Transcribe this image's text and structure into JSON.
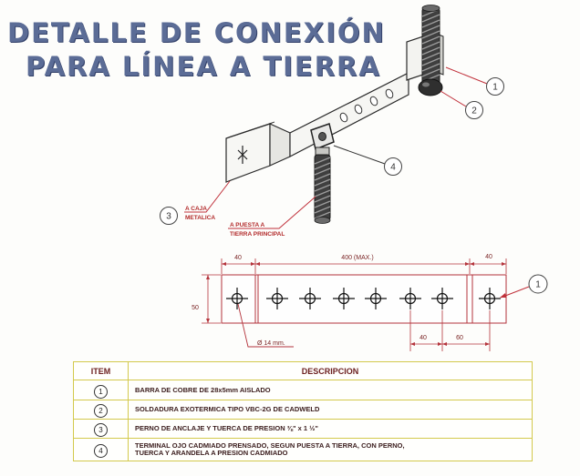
{
  "title": {
    "line1": "DETALLE DE CONEXIÓN",
    "line2": "PARA LÍNEA A TIERRA"
  },
  "isometric": {
    "callouts": {
      "c1": "1",
      "c2": "2",
      "c3": "3",
      "c4": "4"
    },
    "labels": {
      "metal_box": {
        "line1": "A CAJA",
        "line2": "METALICA"
      },
      "main_ground": {
        "line1": "A PUESTA A",
        "line2": "TIERRA PRINCIPAL"
      }
    }
  },
  "plan_view": {
    "callout": "1",
    "dims": {
      "top_left": "40",
      "top_middle": "400 (MAX.)",
      "top_right": "40",
      "height": "50",
      "bottom_left": "40",
      "bottom_right": "60",
      "hole_diameter": "Ø 14 mm."
    }
  },
  "table": {
    "headers": {
      "item": "ITEM",
      "description": "DESCRIPCION"
    },
    "rows": [
      {
        "item": "1",
        "description": "BARRA DE COBRE DE 28x5mm AISLADO"
      },
      {
        "item": "2",
        "description": "SOLDADURA EXOTERMICA TIPO VBC-2G DE CADWELD"
      },
      {
        "item": "3",
        "description": "PERNO DE ANCLAJE Y TUERCA DE PRESION ⅜\" x 1 ½\""
      },
      {
        "item": "4",
        "description": "TERMINAL OJO CADMIADO PRENSADO, SEGUN PUESTA A TIERRA, CON PERNO,\nTUERCA Y ARANDELA A PRESION CADMIADO"
      }
    ]
  },
  "colors": {
    "title": "#5b6c96",
    "leader_lines": "#c0303a",
    "table_border": "#d3c94c",
    "table_text": "#3b1d1d",
    "cable": "#3f3f3f"
  }
}
